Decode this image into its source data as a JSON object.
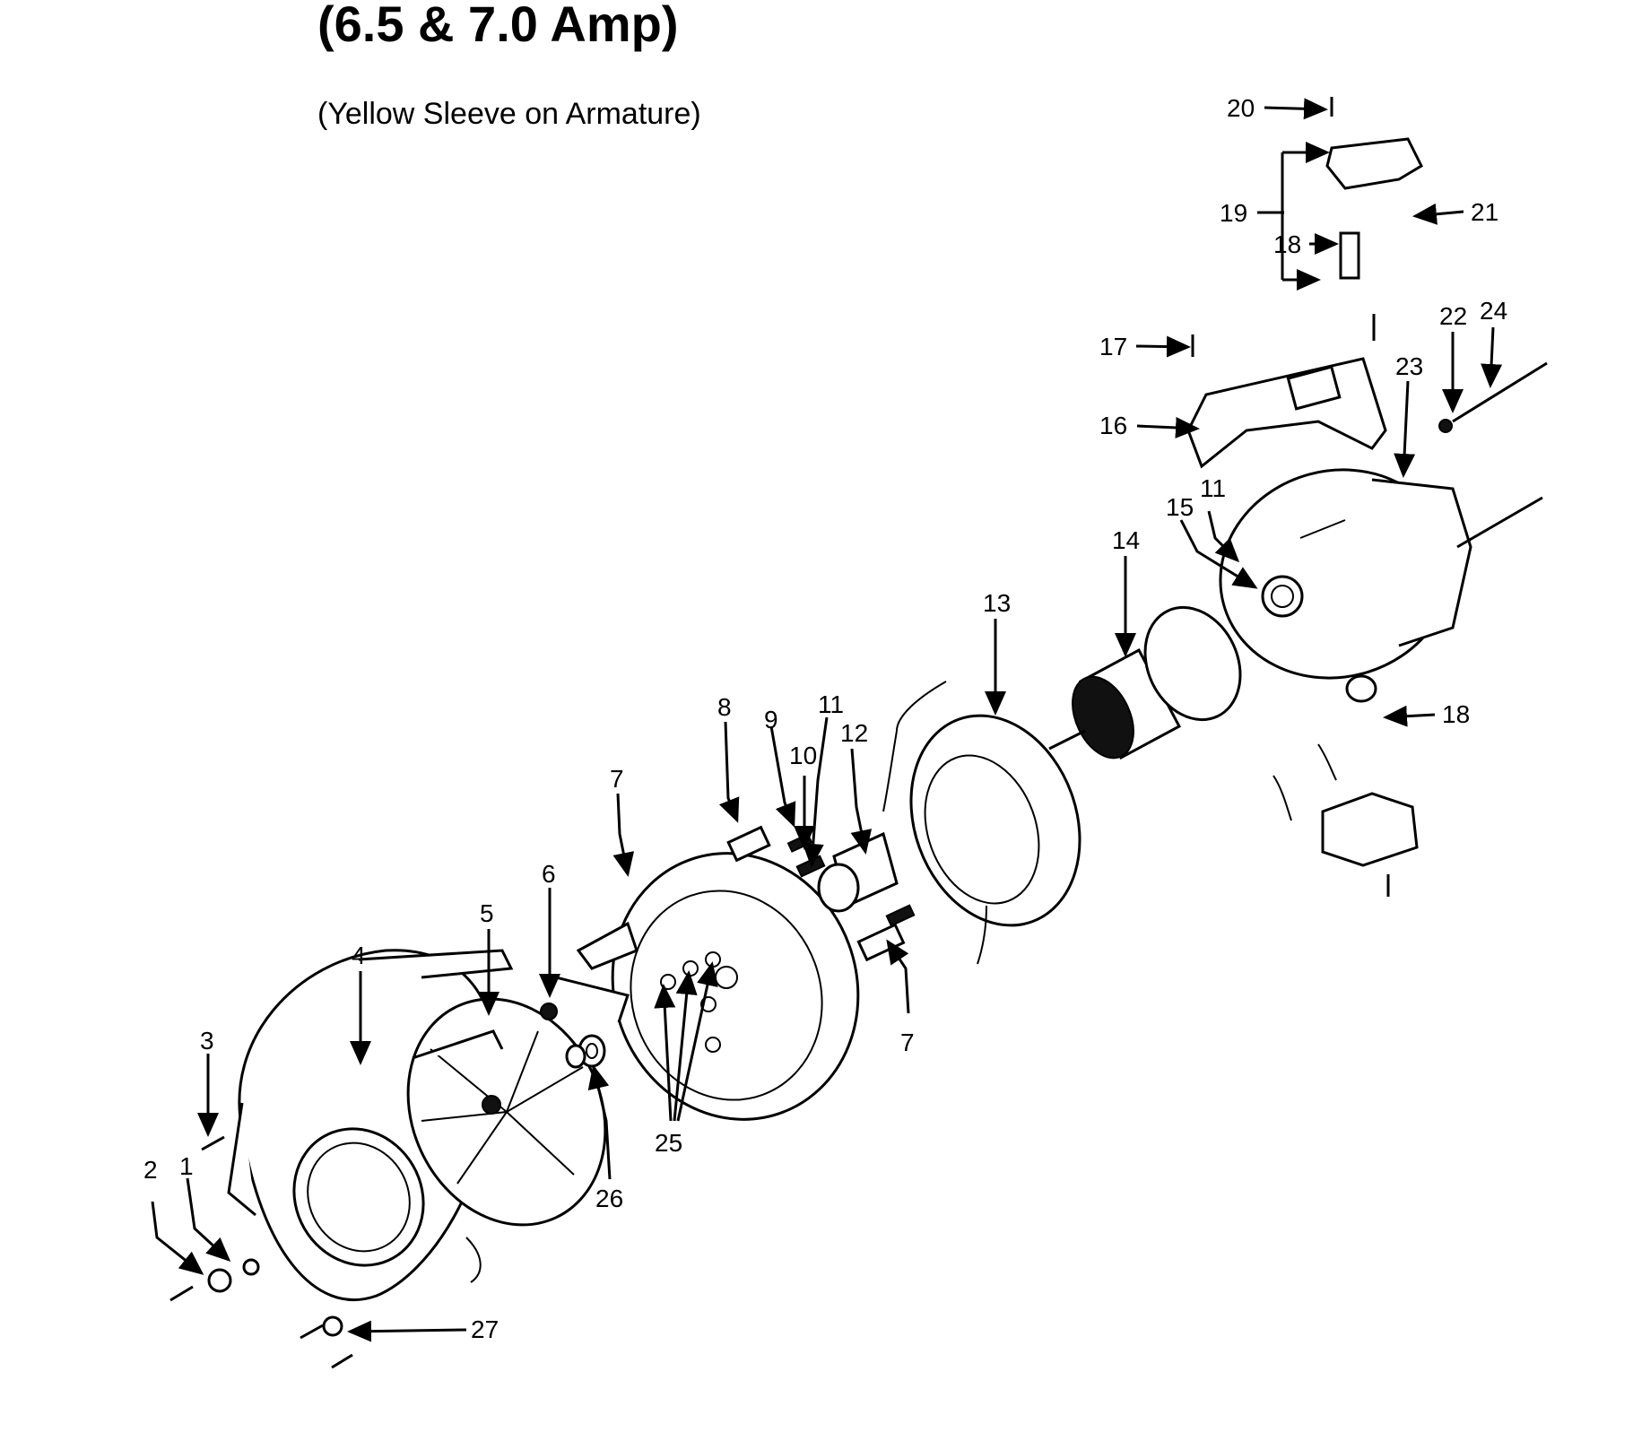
{
  "header": {
    "title": "(6.5 & 7.0 Amp)",
    "subtitle": "(Yellow Sleeve on Armature)"
  },
  "callouts": [
    "1",
    "2",
    "3",
    "4",
    "5",
    "6",
    "7",
    "7",
    "8",
    "9",
    "10",
    "11",
    "11",
    "12",
    "13",
    "14",
    "15",
    "16",
    "17",
    "18",
    "18",
    "19",
    "20",
    "21",
    "22",
    "23",
    "24",
    "25",
    "26",
    "27"
  ]
}
